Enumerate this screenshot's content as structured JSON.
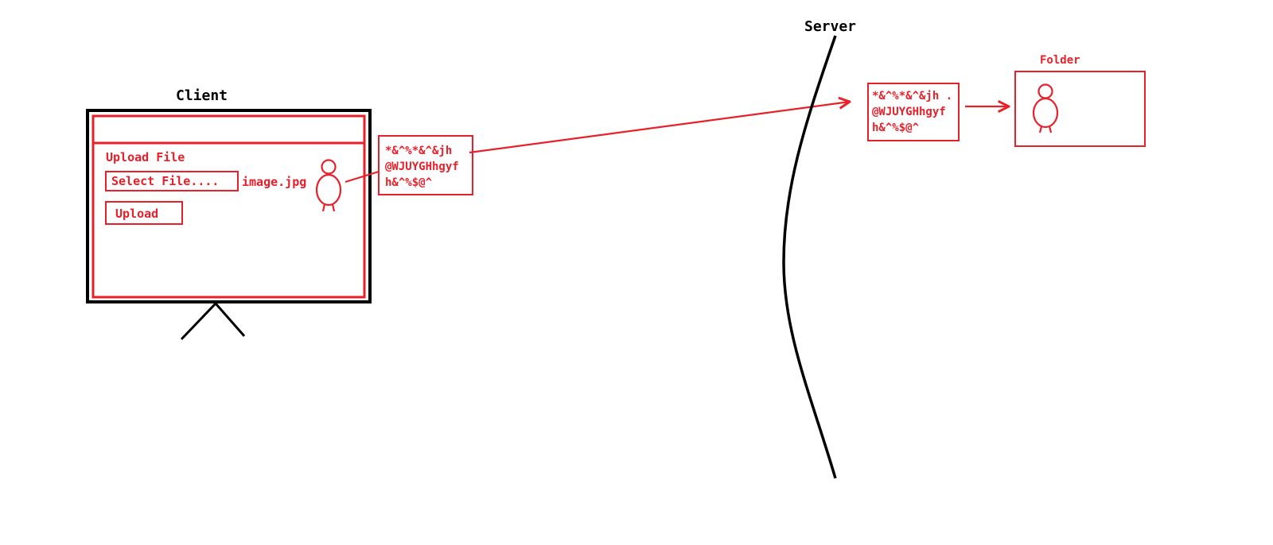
{
  "colors": {
    "ink": "#000000",
    "accent": "#e8202a",
    "background": "#ffffff"
  },
  "labels": {
    "client": "Client",
    "server": "Server",
    "folder": "Folder"
  },
  "client_window": {
    "heading": "Upload File",
    "select_button": "Select File....",
    "filename": "image.jpg",
    "upload_button": "Upload"
  },
  "encoded_payload": {
    "lines": [
      "*&^%*&^&jh",
      "@WJUYGHhgyf",
      "h&^%$@^"
    ]
  },
  "server_payload": {
    "lines": [
      "*&^%*&^&jh .",
      "@WJUYGHhgyf",
      "h&^%$@^"
    ]
  }
}
